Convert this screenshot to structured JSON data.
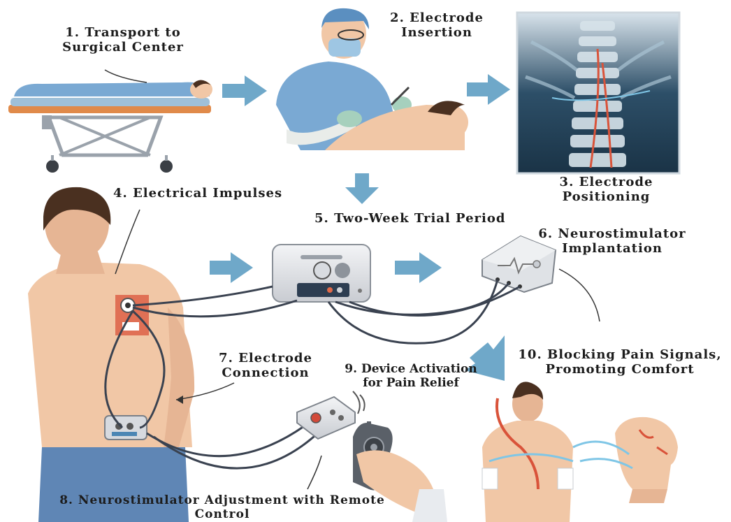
{
  "steps": [
    {
      "num": "1.",
      "line1": "Transport to",
      "line2": "Surgical Center"
    },
    {
      "num": "2.",
      "line1": "Electrode",
      "line2": "Insertion"
    },
    {
      "num": "3.",
      "line1": "Electrode",
      "line2": "Positioning"
    },
    {
      "num": "4.",
      "line1": "Electrical Impulses"
    },
    {
      "num": "5.",
      "line1": "Two-Week Trial Period"
    },
    {
      "num": "6.",
      "line1": "Neurostimulator",
      "line2": "Implantation"
    },
    {
      "num": "7.",
      "line1": "Electrode",
      "line2": "Connection"
    },
    {
      "num": "8.",
      "line1": "Neurostimulator Adjustment with Remote",
      "line2": "Control"
    },
    {
      "num": "9.",
      "line1": "Device Activation",
      "line2": "for Pain Relief"
    },
    {
      "num": "10.",
      "line1": "Blocking Pain Signals,",
      "line2": "Promoting Comfort"
    }
  ],
  "colors": {
    "arrow": "#6fa8c9",
    "skin": "#f1c7a6",
    "scrubs": "#7aa9d3",
    "pants": "#5f86b5",
    "nerve_red": "#d9533a",
    "nerve_blue": "#7fc6e6",
    "xray_bg": "#1f3c52",
    "device": "#e3e5e8",
    "cable": "#3a4250"
  },
  "icons": [
    "patient-stretcher-icon",
    "surgeon-icon",
    "spine-xray-icon",
    "back-patient-icon",
    "trial-device-icon",
    "implant-device-icon",
    "remote-control-icon",
    "torso-icon",
    "head-icon"
  ]
}
